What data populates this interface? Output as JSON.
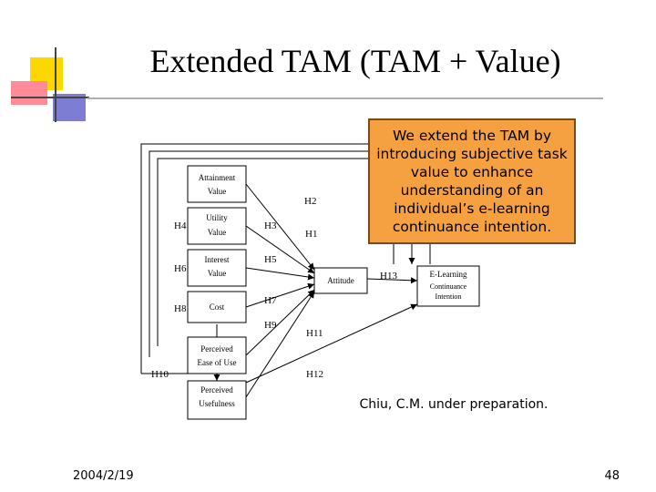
{
  "slide": {
    "title": "Extended TAM (TAM + Value)",
    "callout": "We extend the TAM by introducing subjective task value to enhance understanding of an individual’s e-learning continuance intention.",
    "citation": "Chiu, C.M. under preparation.",
    "date": "2004/2/19",
    "page_number": "48"
  },
  "diagram": {
    "nodes": {
      "attainment_value": [
        "Attainment",
        "Value"
      ],
      "utility_value": [
        "Utility",
        "Value"
      ],
      "interest_value": [
        "Interest",
        "Value"
      ],
      "cost": "Cost",
      "perceived_ease_of_use": [
        "Perceived",
        "Ease of Use"
      ],
      "perceived_usefulness": [
        "Perceived",
        "Usefulness"
      ],
      "attitude": "Attitude",
      "continuance_intention": [
        "E-Learning",
        "Continuance",
        "Intention"
      ]
    },
    "hypotheses": {
      "h1": "H1",
      "h2": "H2",
      "h3": "H3",
      "h4": "H4",
      "h5": "H5",
      "h6": "H6",
      "h7": "H7",
      "h8": "H8",
      "h9": "H9",
      "h10": "H10",
      "h11": "H11",
      "h12": "H12",
      "h13": "H13"
    }
  },
  "colors": {
    "callout_fill": "#f5a142",
    "deco_yellow": "#ffd700",
    "deco_pink": "#ff8a9a",
    "deco_blue": "#6666cc"
  }
}
